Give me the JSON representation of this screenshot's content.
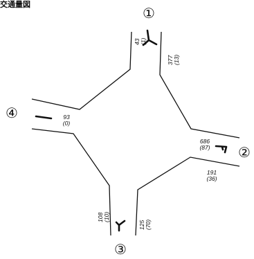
{
  "title": "交通量図",
  "nodes": {
    "n1": "①",
    "n2": "②",
    "n3": "③",
    "n4": "④"
  },
  "volumes": {
    "north_in": {
      "main": "43",
      "sub": "(1)"
    },
    "north_out": {
      "main": "377",
      "sub": "(13)"
    },
    "east_in": {
      "main": "686",
      "sub": "(87)"
    },
    "east_out": {
      "main": "191",
      "sub": "(36)"
    },
    "south_in": {
      "main": "125",
      "sub": "(70)"
    },
    "south_out": {
      "main": "108",
      "sub": "(10)"
    },
    "west_in": {
      "main": "93",
      "sub": "(0)"
    }
  }
}
